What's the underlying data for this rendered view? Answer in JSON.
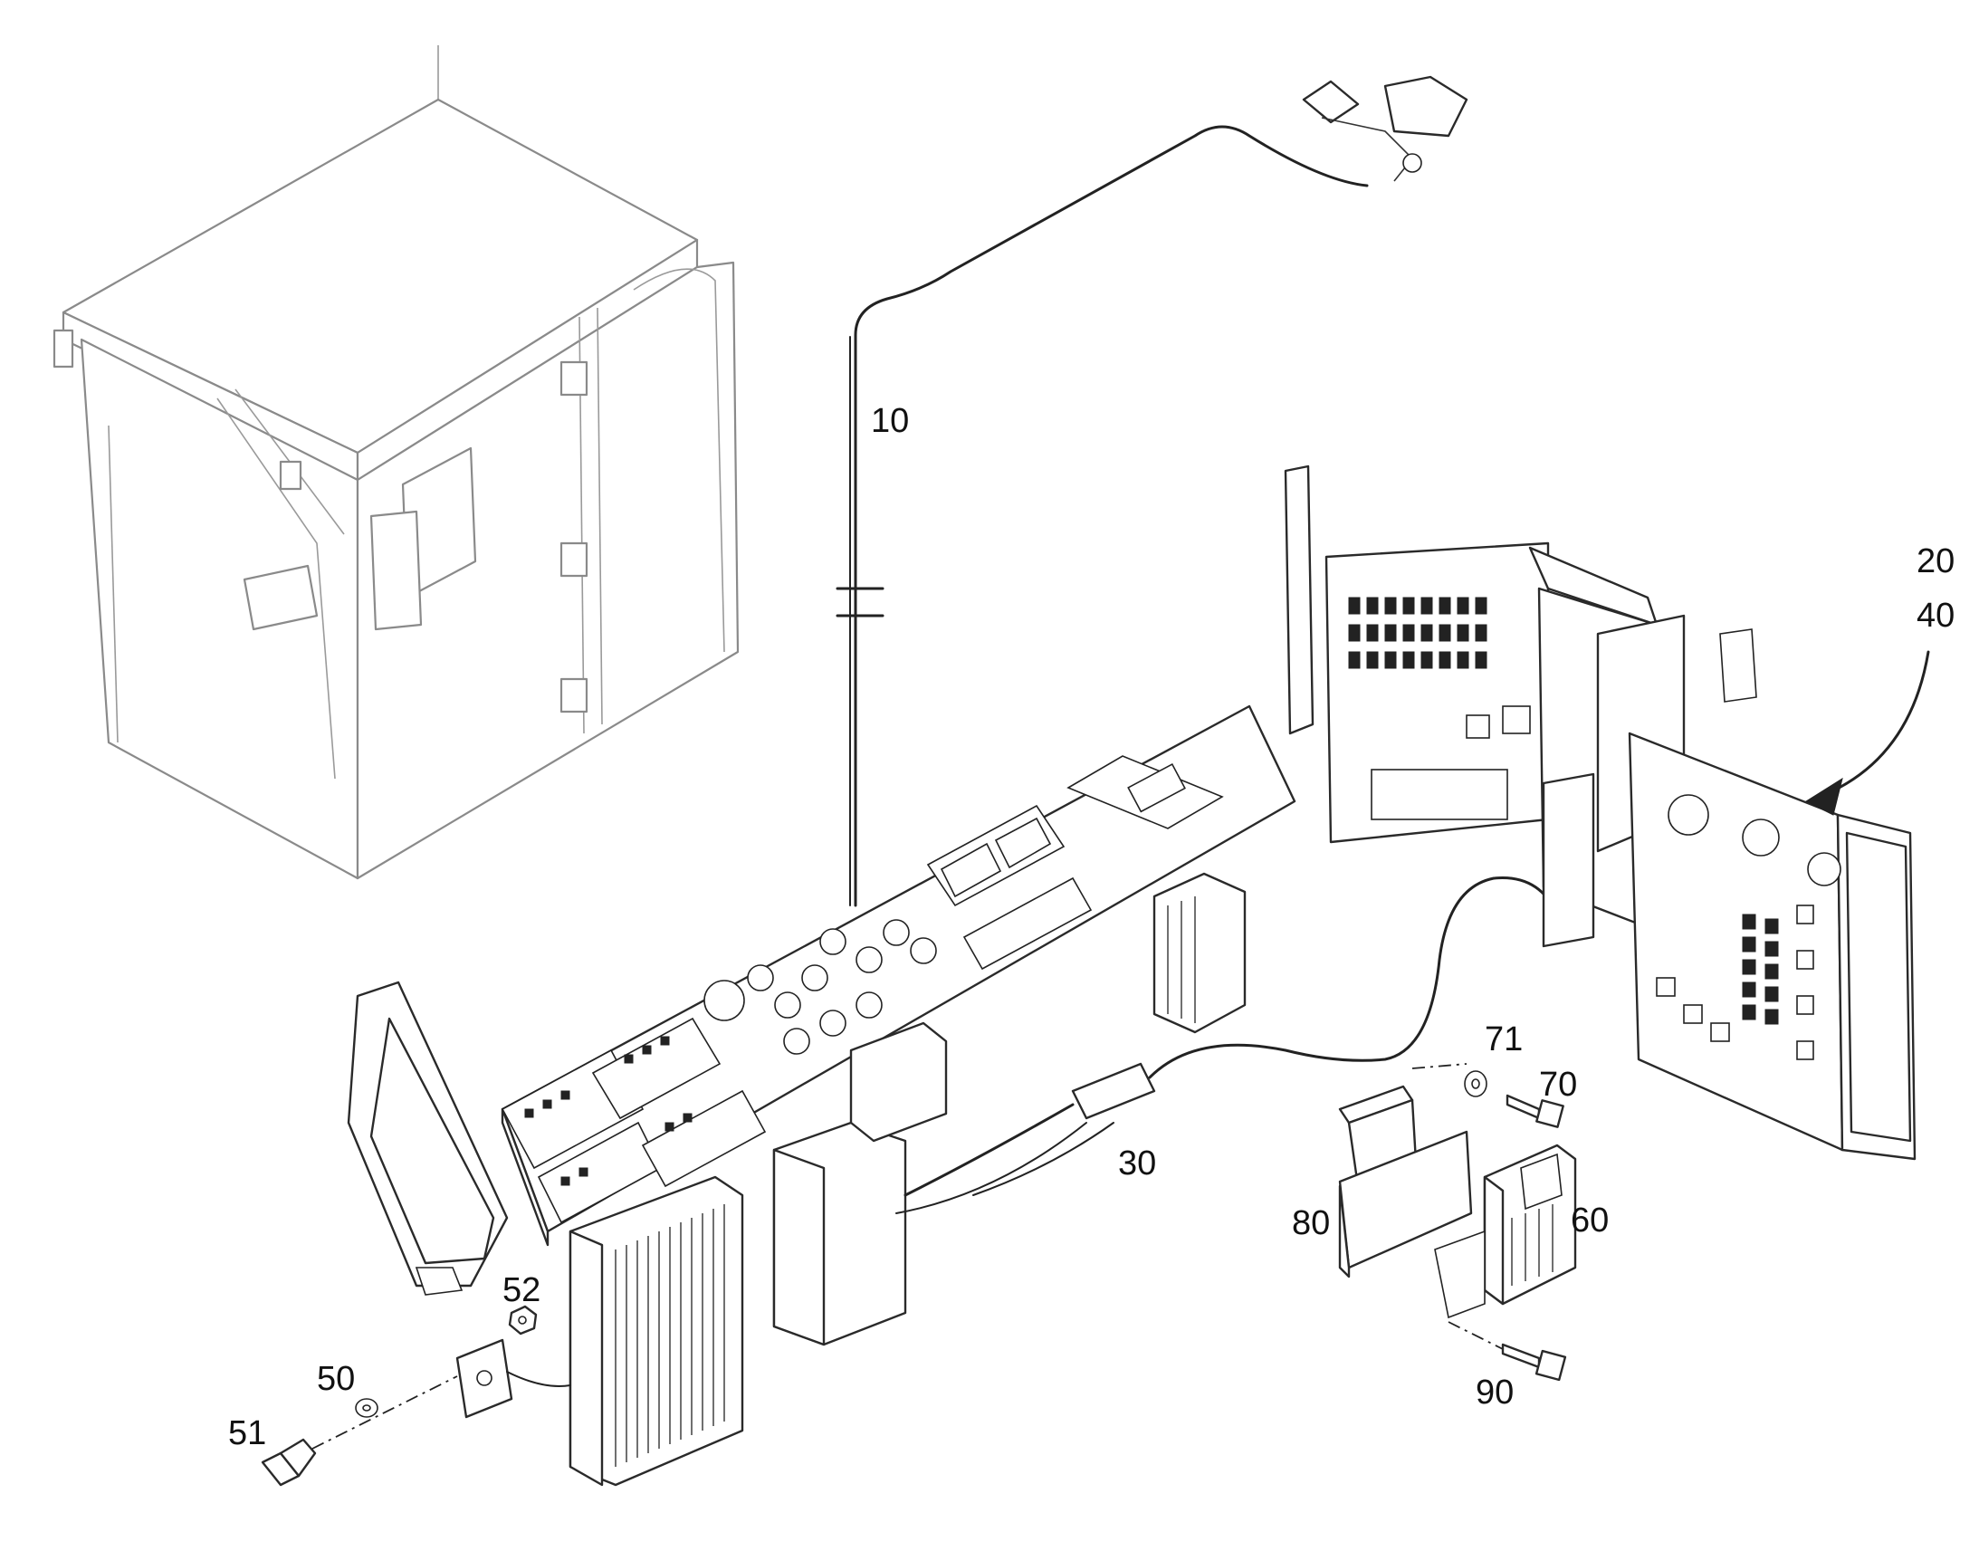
{
  "callouts": {
    "c10": "10",
    "c20": "20",
    "c40": "40",
    "c30": "30",
    "c50": "50",
    "c51": "51",
    "c52": "52",
    "c60": "60",
    "c70": "70",
    "c71": "71",
    "c80": "80",
    "c90": "90"
  }
}
